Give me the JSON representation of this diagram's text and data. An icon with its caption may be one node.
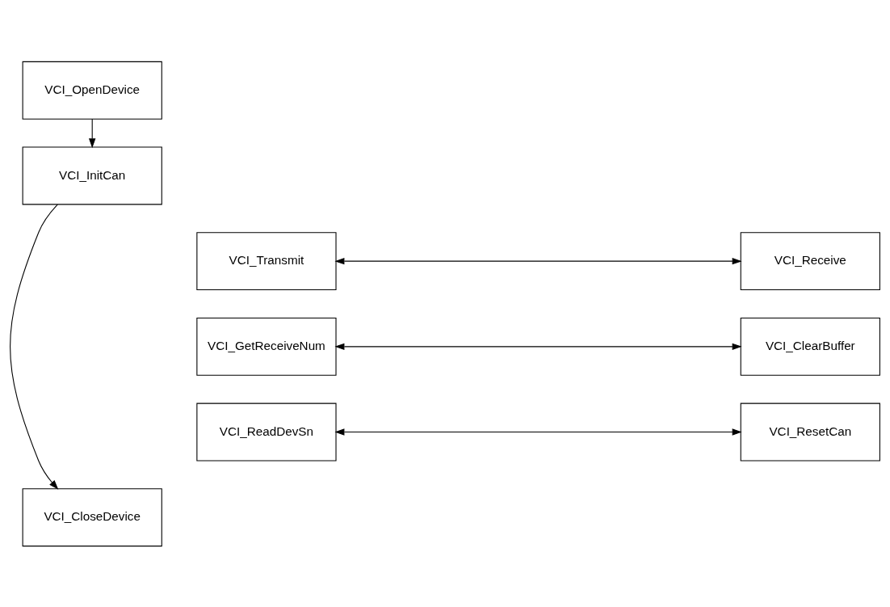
{
  "diagram": {
    "nodes": [
      {
        "text": [
          "VCI_OpenDevice"
        ]
      },
      {
        "text": [
          "VCI_InitCan"
        ]
      },
      {
        "text": [
          "VCI_Transmit"
        ]
      },
      {
        "text": [
          "VCI_Receive"
        ]
      },
      {
        "text": [
          "VCI_GetReceiveNum"
        ]
      },
      {
        "text": [
          "VCI_ClearBuffer"
        ]
      },
      {
        "text": [
          "VCI_ReadDevSn"
        ]
      },
      {
        "text": [
          "VCI_ResetCan"
        ]
      },
      {
        "text": [
          "VCI_CloseDevice"
        ]
      }
    ],
    "edges": [
      {
        "from": 0,
        "to": 1,
        "arrow": "to"
      },
      {
        "from": 1,
        "to": 8,
        "arrow": "to"
      },
      {
        "from": 2,
        "to": 3,
        "arrow": "both"
      },
      {
        "from": 4,
        "to": 5,
        "arrow": "both"
      },
      {
        "from": 6,
        "to": 7,
        "arrow": "both"
      }
    ]
  }
}
